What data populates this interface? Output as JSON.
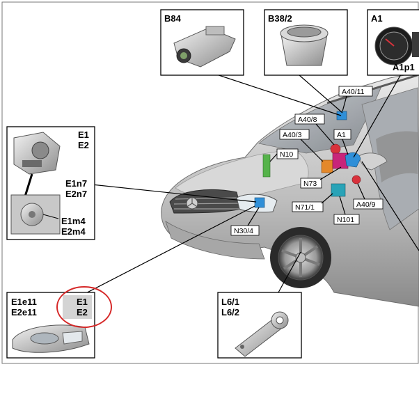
{
  "diagram": {
    "callout_boxes": {
      "b84": {
        "labels": [
          "B84"
        ]
      },
      "b38_2": {
        "labels": [
          "B38/2"
        ]
      },
      "a1": {
        "labels": [
          "A1",
          "A1p1"
        ]
      },
      "e1_e2_module": {
        "labels": [
          "E1",
          "E2",
          "E1n7",
          "E2n7",
          "E1m4",
          "E2m4"
        ]
      },
      "e1e11_e2e11": {
        "labels": [
          "E1e11",
          "E2e11",
          "E1",
          "E2"
        ]
      },
      "l6": {
        "labels": [
          "L6/1",
          "L6/2"
        ]
      }
    },
    "component_tags": {
      "a40_11": "A40/11",
      "a40_8": "A40/8",
      "a40_3": "A40/3",
      "a1": "A1",
      "n10": "N10",
      "n73": "N73",
      "a40_9": "A40/9",
      "n71_1": "N71/1",
      "n101": "N101",
      "n30_4": "N30/4"
    },
    "highlight_color": "#d62828",
    "component_colors": {
      "blue": "#2f8fd8",
      "green": "#55b34a",
      "magenta": "#c8257a",
      "orange": "#e4882a",
      "red": "#d8323c",
      "teal": "#29a3b7"
    }
  }
}
